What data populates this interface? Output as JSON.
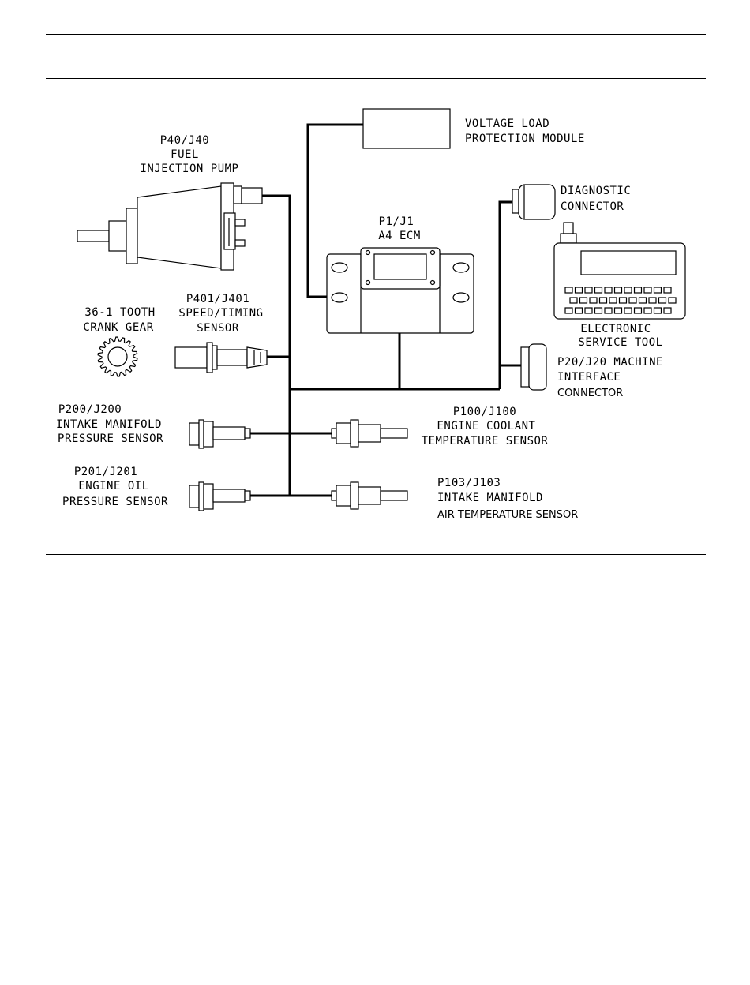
{
  "labels": {
    "fuel_pump": [
      "P40/J40",
      "FUEL",
      "INJECTION PUMP"
    ],
    "vlpm": [
      "VOLTAGE LOAD",
      "PROTECTION MODULE"
    ],
    "diag": [
      "DIAGNOSTIC",
      "CONNECTOR"
    ],
    "ecm": [
      "P1/J1",
      "A4 ECM"
    ],
    "crank": [
      "36-1 TOOTH",
      "CRANK GEAR"
    ],
    "speed": [
      "P401/J401",
      "SPEED/TIMING",
      "SENSOR"
    ],
    "est": [
      "ELECTRONIC",
      "SERVICE TOOL"
    ],
    "machine": [
      "P20/J20 MACHINE",
      "INTERFACE",
      "CONNECTOR"
    ],
    "imp": [
      "P200/J200",
      "INTAKE MANIFOLD",
      "PRESSURE SENSOR"
    ],
    "coolant": [
      "P100/J100",
      "ENGINE COOLANT",
      "TEMPERATURE SENSOR"
    ],
    "oil": [
      "P201/J201",
      "ENGINE OIL",
      "PRESSURE SENSOR"
    ],
    "iat": [
      "P103/J103",
      "INTAKE MANIFOLD",
      "AIR TEMPERATURE SENSOR"
    ]
  }
}
